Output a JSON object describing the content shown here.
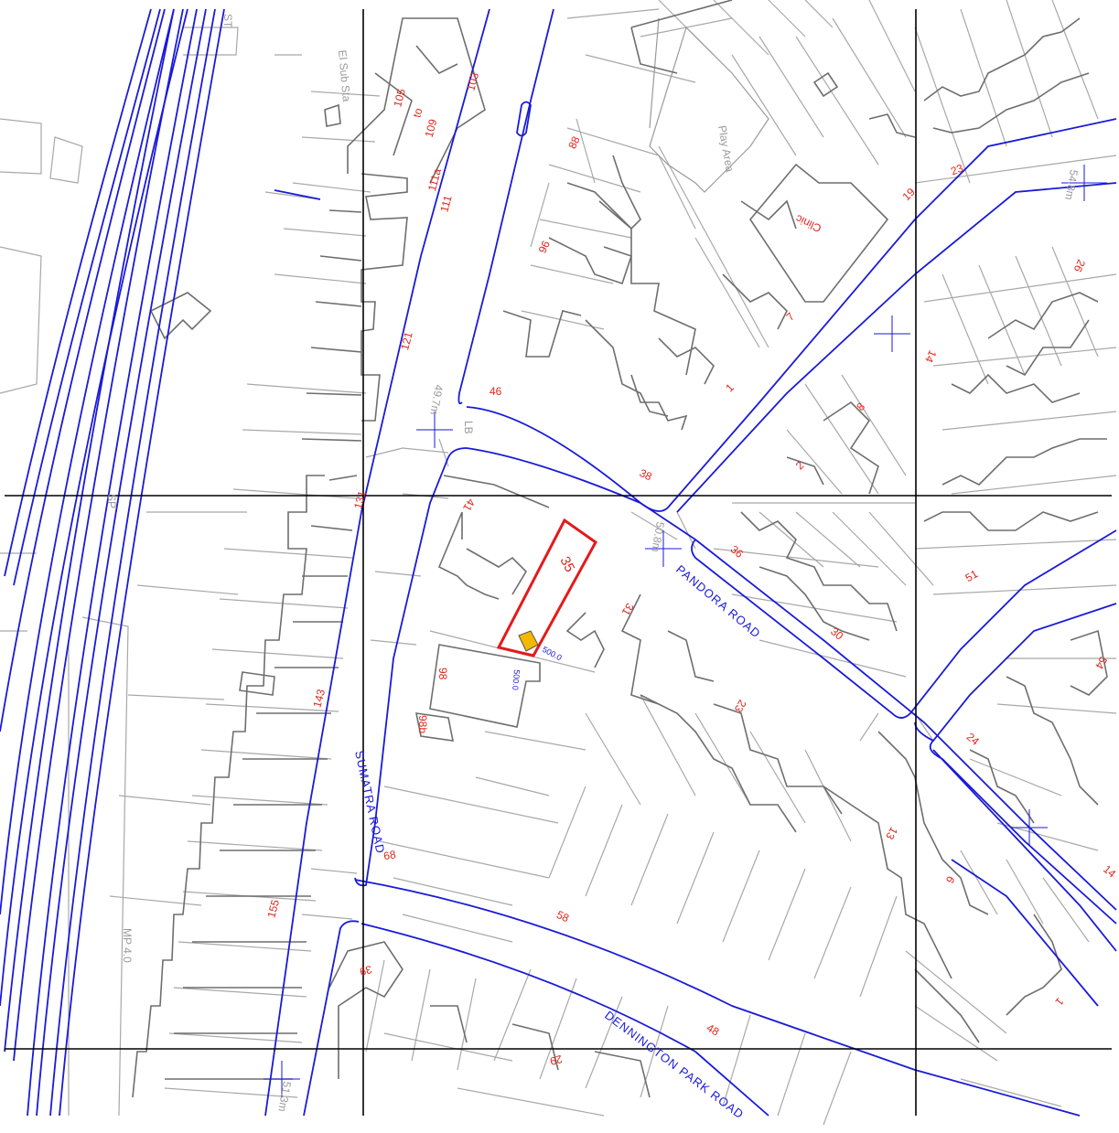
{
  "roads": [
    {
      "id": "sumatra",
      "name": "SUMATRA ROAD"
    },
    {
      "id": "pandora",
      "name": "PANDORA ROAD"
    },
    {
      "id": "dennington",
      "name": "DENNINGTON  PARK ROAD"
    }
  ],
  "subject_plot": {
    "number": "35"
  },
  "dimensions": [
    "500.0",
    "500.0"
  ],
  "features": [
    {
      "id": "el-sub-sta",
      "text": "El Sub Sta"
    },
    {
      "id": "play-area",
      "text": "Play Area"
    },
    {
      "id": "clinic",
      "text": "Clinic"
    },
    {
      "id": "lb",
      "text": "LB"
    },
    {
      "id": "sp",
      "text": "SP"
    },
    {
      "id": "mp",
      "text": "MP 4.0"
    },
    {
      "id": "st",
      "text": "ST"
    }
  ],
  "spot_heights": [
    "54.8m",
    "49.7m",
    "50.8m",
    "51.3m"
  ],
  "house_numbers": [
    "103",
    "105",
    "to",
    "109",
    "111a",
    "111",
    "121",
    "131",
    "143",
    "155",
    "88",
    "96",
    "46",
    "38",
    "1",
    "7",
    "19",
    "23",
    "26",
    "14",
    "8",
    "2",
    "41",
    "31",
    "36",
    "30",
    "51",
    "54",
    "23",
    "13",
    "9",
    "24",
    "14",
    "1",
    "98",
    "98b",
    "68",
    "58",
    "48",
    "39",
    "29"
  ],
  "colors": {
    "background": "#ffffff",
    "building": "#7a7a7a",
    "boundary": "#a8a8a8",
    "road": "#1a1ad8",
    "grid": "#000000",
    "subject": "#e41a1c",
    "marker": "#f5b800"
  }
}
